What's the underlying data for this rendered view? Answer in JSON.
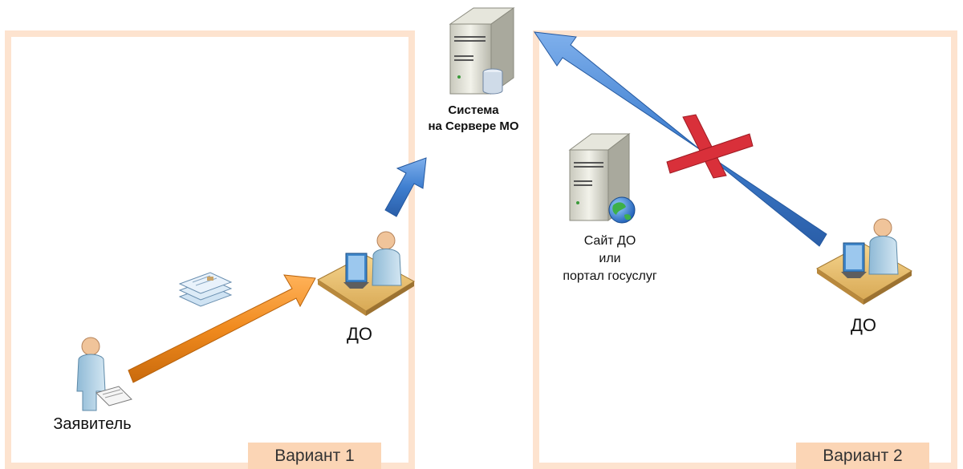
{
  "panels": {
    "left": {
      "variant_label": "Вариант 1"
    },
    "right": {
      "variant_label": "Вариант 2"
    }
  },
  "nodes": {
    "server": {
      "label_line1": "Система",
      "label_line2": "на Сервере МО",
      "icon": "database-server-icon"
    },
    "website": {
      "label_line1": "Сайт ДО",
      "label_line2": "или",
      "label_line3": "портал госуслуг",
      "icon": "web-server-icon"
    },
    "do_left": {
      "label": "ДО",
      "icon": "person-at-computer-icon"
    },
    "do_right": {
      "label": "ДО",
      "icon": "person-at-computer-icon"
    },
    "applicant": {
      "label": "Заявитель",
      "icon": "person-with-document-icon"
    }
  },
  "connections": [
    {
      "from": "applicant",
      "to": "do_left",
      "color": "#f08a1e",
      "status": "allowed",
      "carries": "documents-stack-icon"
    },
    {
      "from": "do_left",
      "to": "server",
      "color": "#3f7fd0",
      "status": "allowed"
    },
    {
      "from": "do_right",
      "to": "server",
      "color": "#3f7fd0",
      "status": "blocked",
      "marker": "red-x-icon"
    }
  ],
  "colors": {
    "frame": "#fde3cf",
    "variant_tag": "#fbd5b5",
    "arrow_orange": "#f08a1e",
    "arrow_blue": "#3f7fd0",
    "blocked_cross": "#d9303a"
  }
}
